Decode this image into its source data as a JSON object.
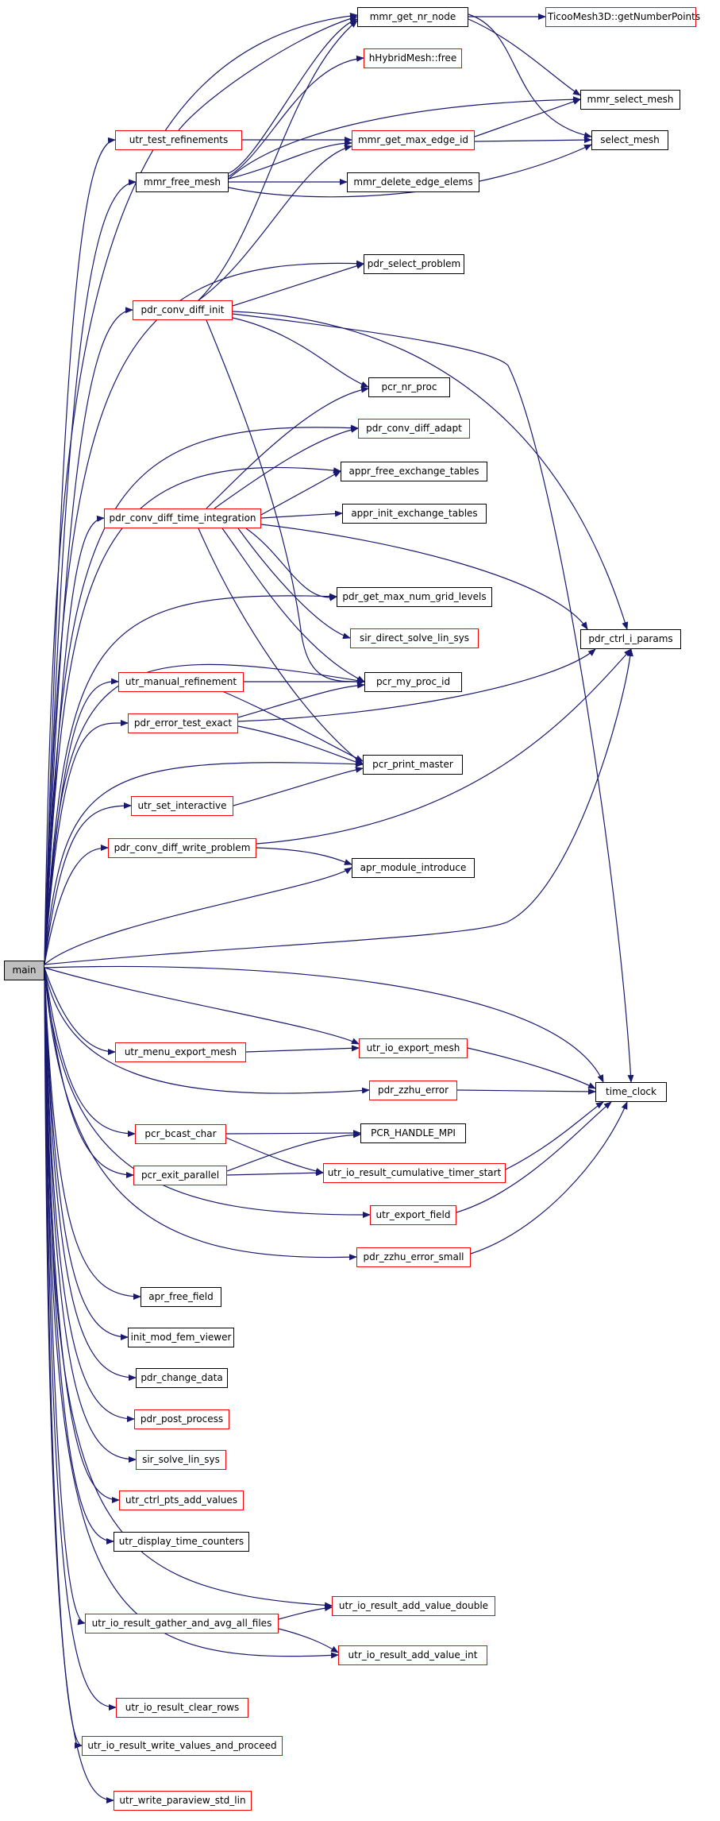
{
  "diagram": {
    "edge_color": "#191970",
    "root_fill": "#bfbfbf",
    "doc_border_color": "#ff0000",
    "nodes": {
      "main": "main",
      "utr_test_refinements": "utr_test_refinements",
      "mmr_free_mesh": "mmr_free_mesh",
      "pdr_conv_diff_init": "pdr_conv_diff_init",
      "pdr_conv_diff_time_integration": "pdr_conv_diff_time_integration",
      "utr_manual_refinement": "utr_manual_refinement",
      "pdr_error_test_exact": "pdr_error_test_exact",
      "utr_set_interactive": "utr_set_interactive",
      "pdr_conv_diff_write_problem": "pdr_conv_diff_write_problem",
      "utr_menu_export_mesh": "utr_menu_export_mesh",
      "pcr_bcast_char": "pcr_bcast_char",
      "pcr_exit_parallel": "pcr_exit_parallel",
      "apr_free_field": "apr_free_field",
      "init_mod_fem_viewer": "init_mod_fem_viewer",
      "pdr_change_data": "pdr_change_data",
      "pdr_post_process": "pdr_post_process",
      "sir_solve_lin_sys": "sir_solve_lin_sys",
      "utr_ctrl_pts_add_values": "utr_ctrl_pts_add_values",
      "utr_display_time_counters": "utr_display_time_counters",
      "utr_io_result_gather_and_avg_all_files": "utr_io_result_gather_and_avg_all_files",
      "utr_io_result_clear_rows": "utr_io_result_clear_rows",
      "utr_io_result_write_values_and_proceed": "utr_io_result_write_values_and_proceed",
      "utr_write_paraview_std_lin": "utr_write_paraview_std_lin",
      "mmr_get_nr_node": "mmr_get_nr_node",
      "hHybridMesh_free": "hHybridMesh::free",
      "mmr_get_max_edge_id": "mmr_get_max_edge_id",
      "mmr_delete_edge_elems": "mmr_delete_edge_elems",
      "pdr_select_problem": "pdr_select_problem",
      "pcr_nr_proc": "pcr_nr_proc",
      "pdr_conv_diff_adapt": "pdr_conv_diff_adapt",
      "appr_free_exchange_tables": "appr_free_exchange_tables",
      "appr_init_exchange_tables": "appr_init_exchange_tables",
      "pdr_get_max_num_grid_levels": "pdr_get_max_num_grid_levels",
      "sir_direct_solve_lin_sys": "sir_direct_solve_lin_sys",
      "pcr_my_proc_id": "pcr_my_proc_id",
      "pcr_print_master": "pcr_print_master",
      "apr_module_introduce": "apr_module_introduce",
      "utr_io_export_mesh": "utr_io_export_mesh",
      "pdr_zzhu_error": "pdr_zzhu_error",
      "PCR_HANDLE_MPI": "PCR_HANDLE_MPI",
      "utr_io_result_cumulative_timer_start": "utr_io_result_cumulative_timer_start",
      "utr_export_field": "utr_export_field",
      "pdr_zzhu_error_small": "pdr_zzhu_error_small",
      "utr_io_result_add_value_double": "utr_io_result_add_value_double",
      "utr_io_result_add_value_int": "utr_io_result_add_value_int",
      "TicooMesh3D_getNumberPoints": "TicooMesh3D::getNumberPoints",
      "mmr_select_mesh": "mmr_select_mesh",
      "select_mesh": "select_mesh",
      "pdr_ctrl_i_params": "pdr_ctrl_i_params",
      "time_clock": "time_clock"
    }
  }
}
